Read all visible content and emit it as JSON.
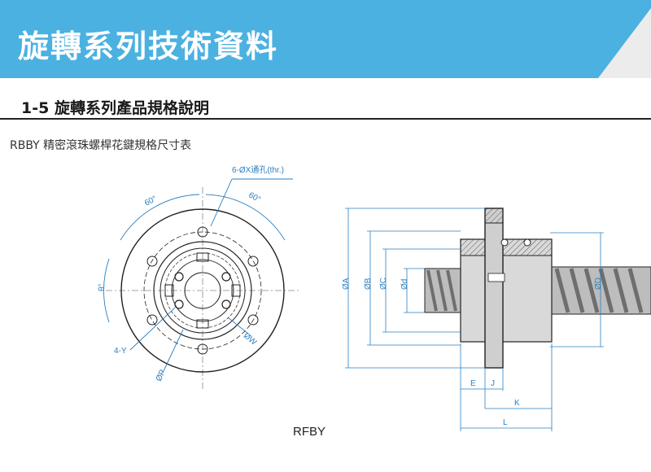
{
  "banner": {
    "title": "旋轉系列技術資料",
    "color": "#4bb1e0",
    "corner_color": "#ececec"
  },
  "section": {
    "heading": "1-5 旋轉系列產品規格說明"
  },
  "caption": {
    "text": "RBBY 精密滾珠螺桿花鍵規格尺寸表"
  },
  "drawing": {
    "line_color": "#222222",
    "dim_color": "#2a7fc0",
    "front_view": {
      "hole_note": "6-ØX通孔(thr.)",
      "angle_left": "60°",
      "angle_right": "60°",
      "theta": "θ°",
      "tap": "4-Y",
      "pcd_p": "ØP",
      "pcd_w": "ØW"
    },
    "side_view": {
      "dia_a": "ØA",
      "dia_b": "ØB",
      "dia_c": "ØC",
      "dia_d_small": "Ød",
      "dia_d_shaft": "ØD",
      "len_e": "E",
      "len_j": "J",
      "len_k": "K",
      "len_l": "L"
    }
  },
  "model": {
    "name": "RFBY"
  }
}
